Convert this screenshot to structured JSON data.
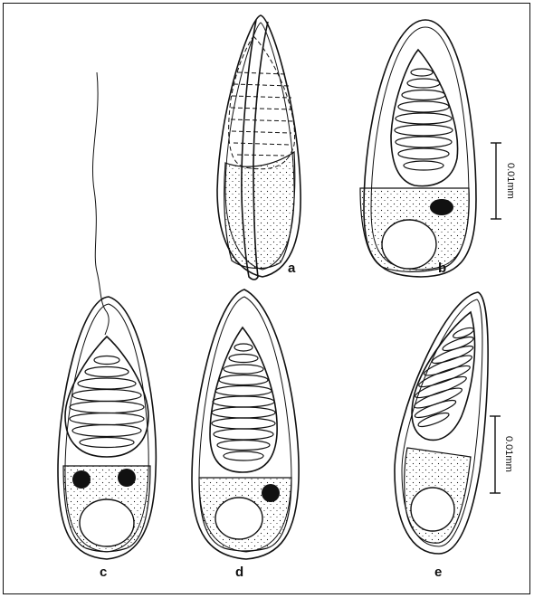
{
  "labels": {
    "a": "a",
    "b": "b",
    "c": "c",
    "d": "d",
    "e": "e"
  },
  "scale_bars": {
    "top": "0.01mm",
    "bottom": "0.01mm"
  }
}
